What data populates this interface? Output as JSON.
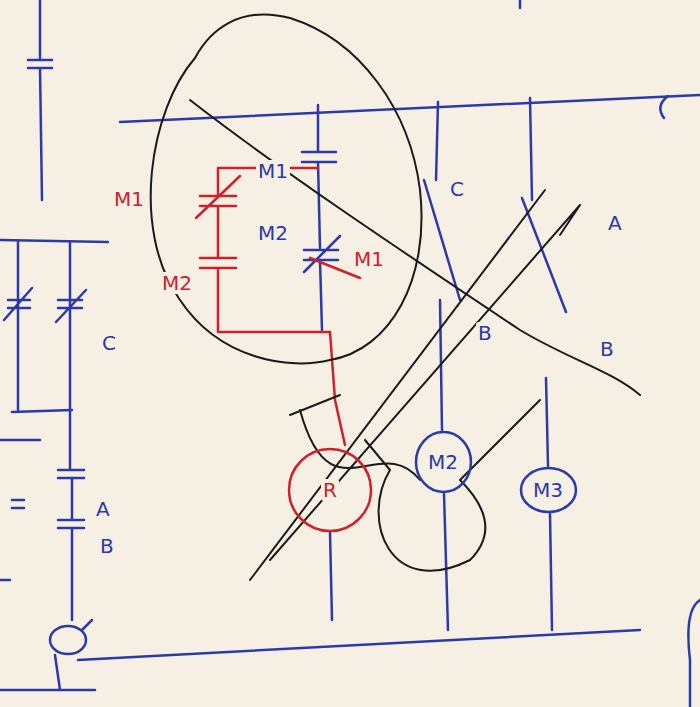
{
  "diagram": {
    "nodes": [
      {
        "text": [
          "R"
        ]
      },
      {
        "text": [
          "M2"
        ]
      },
      {
        "text": [
          "M3"
        ]
      }
    ],
    "labels": [
      "M1",
      "M2",
      "M1",
      "M2",
      "M1",
      "C",
      "A",
      "B",
      "B",
      "C",
      "A",
      "B"
    ]
  }
}
